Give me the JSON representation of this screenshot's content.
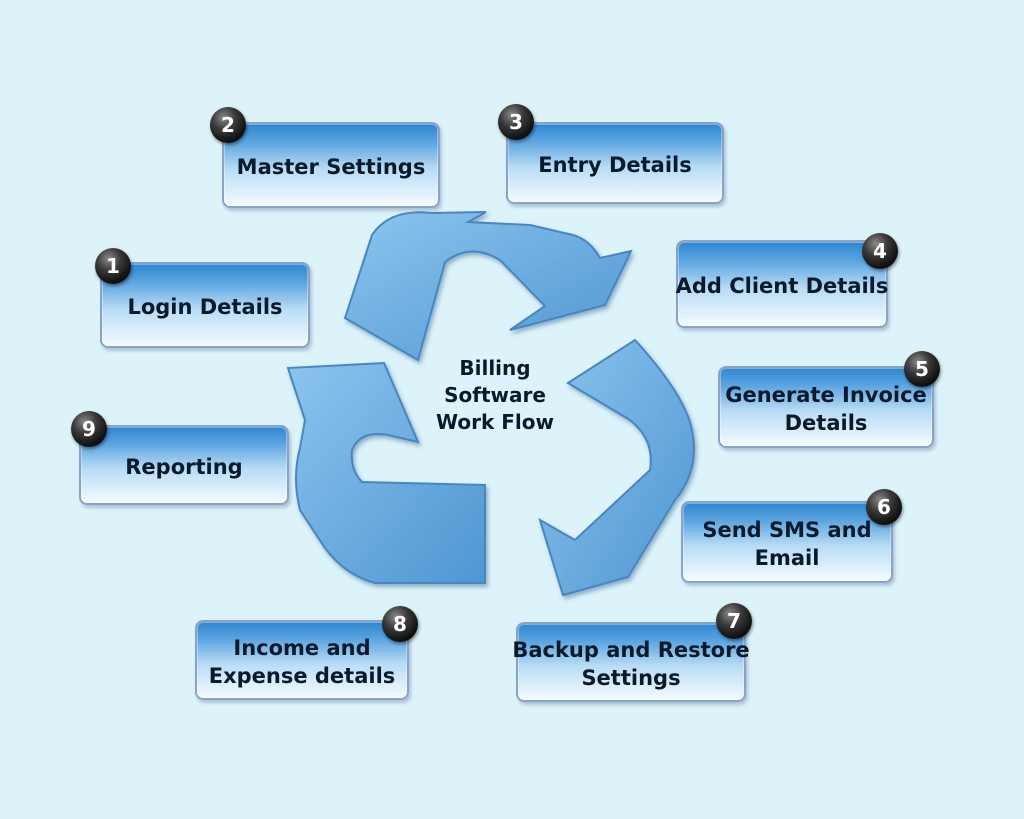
{
  "center": {
    "lines": [
      "Billing",
      "Software",
      "Work Flow"
    ]
  },
  "steps": [
    {
      "number": "1",
      "lines": [
        "Login Details"
      ]
    },
    {
      "number": "2",
      "lines": [
        "Master Settings"
      ]
    },
    {
      "number": "3",
      "lines": [
        "Entry Details"
      ]
    },
    {
      "number": "4",
      "lines": [
        "Add Client Details"
      ]
    },
    {
      "number": "5",
      "lines": [
        "Generate Invoice",
        "Details"
      ]
    },
    {
      "number": "6",
      "lines": [
        "Send SMS and",
        "Email"
      ]
    },
    {
      "number": "7",
      "lines": [
        "Backup and Restore",
        "Settings"
      ]
    },
    {
      "number": "8",
      "lines": [
        "Income and",
        "Expense details"
      ]
    },
    {
      "number": "9",
      "lines": [
        "Reporting"
      ]
    }
  ],
  "colors": {
    "background": "#dcf3fa",
    "arrow_fill": "#6aaee0",
    "arrow_stroke": "#4a86c0",
    "box_top": "#2f86d0",
    "box_bottom": "#f4fbff",
    "badge": "#111111",
    "text": "#0b1a2a"
  }
}
